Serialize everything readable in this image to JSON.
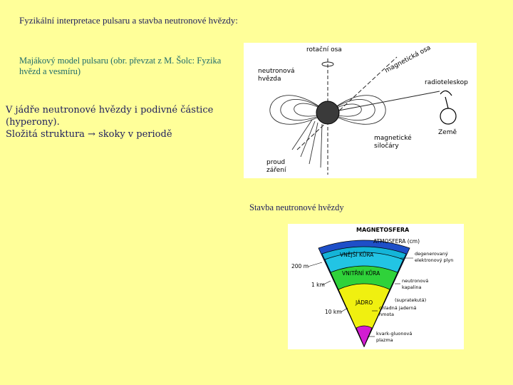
{
  "slide": {
    "title": "Fyzikální interpretace pulsaru a stavba neutronové hvězdy:",
    "caption_pulsar": "Majákový model pulsaru (obr. převzat z M. Šolc: Fyzika hvězd a vesmíru)",
    "note_line1": "V jádře neutronové hvězdy i podivné částice (hyperony).",
    "note_line2": "Složitá struktura → skoky v periodě",
    "caption_structure": "Stavba neutronové hvězdy"
  },
  "pulsar_figure": {
    "label_rotation_axis": "rotační osa",
    "label_magnetic_axis": "magnetická osa",
    "label_neutron_star_1": "neutronová",
    "label_neutron_star_2": "hvězda",
    "label_radiotelescope": "radioteleskop",
    "label_earth": "Země",
    "label_field_lines_1": "magnetické",
    "label_field_lines_2": "siločáry",
    "label_beam_1": "proud",
    "label_beam_2": "záření"
  },
  "structure_figure": {
    "label_magnetosphere": "MAGNETOSFERA",
    "label_atmosphere": "ATMOSFERA (cm)",
    "label_outer_crust": "VNĚJŠÍ KŮRA",
    "label_inner_crust": "VNITŘNÍ KŮRA",
    "label_core": "JÁDRO",
    "label_depth_200m": "200 m",
    "label_depth_1km": "1 km",
    "label_depth_10km": "10 km",
    "label_degenerate_1": "degenerovaný",
    "label_degenerate_2": "elektronový plyn",
    "label_neutron_liquid_1": "neutronová",
    "label_neutron_liquid_2": "kapalina",
    "label_superfluid": "(supratekutá)",
    "label_cold_nuclear_1": "chladná jaderná",
    "label_cold_nuclear_2": "hmota",
    "label_quark_gluon_1": "kvark-gluonová",
    "label_quark_gluon_2": "plazma",
    "colors": {
      "magnetosphere": "#1e4fc8",
      "atmosphere": "#14b4d8",
      "outer_crust": "#22c4e4",
      "inner_crust": "#2fd23a",
      "core": "#f0f010",
      "core_center": "#d21cd2"
    }
  }
}
